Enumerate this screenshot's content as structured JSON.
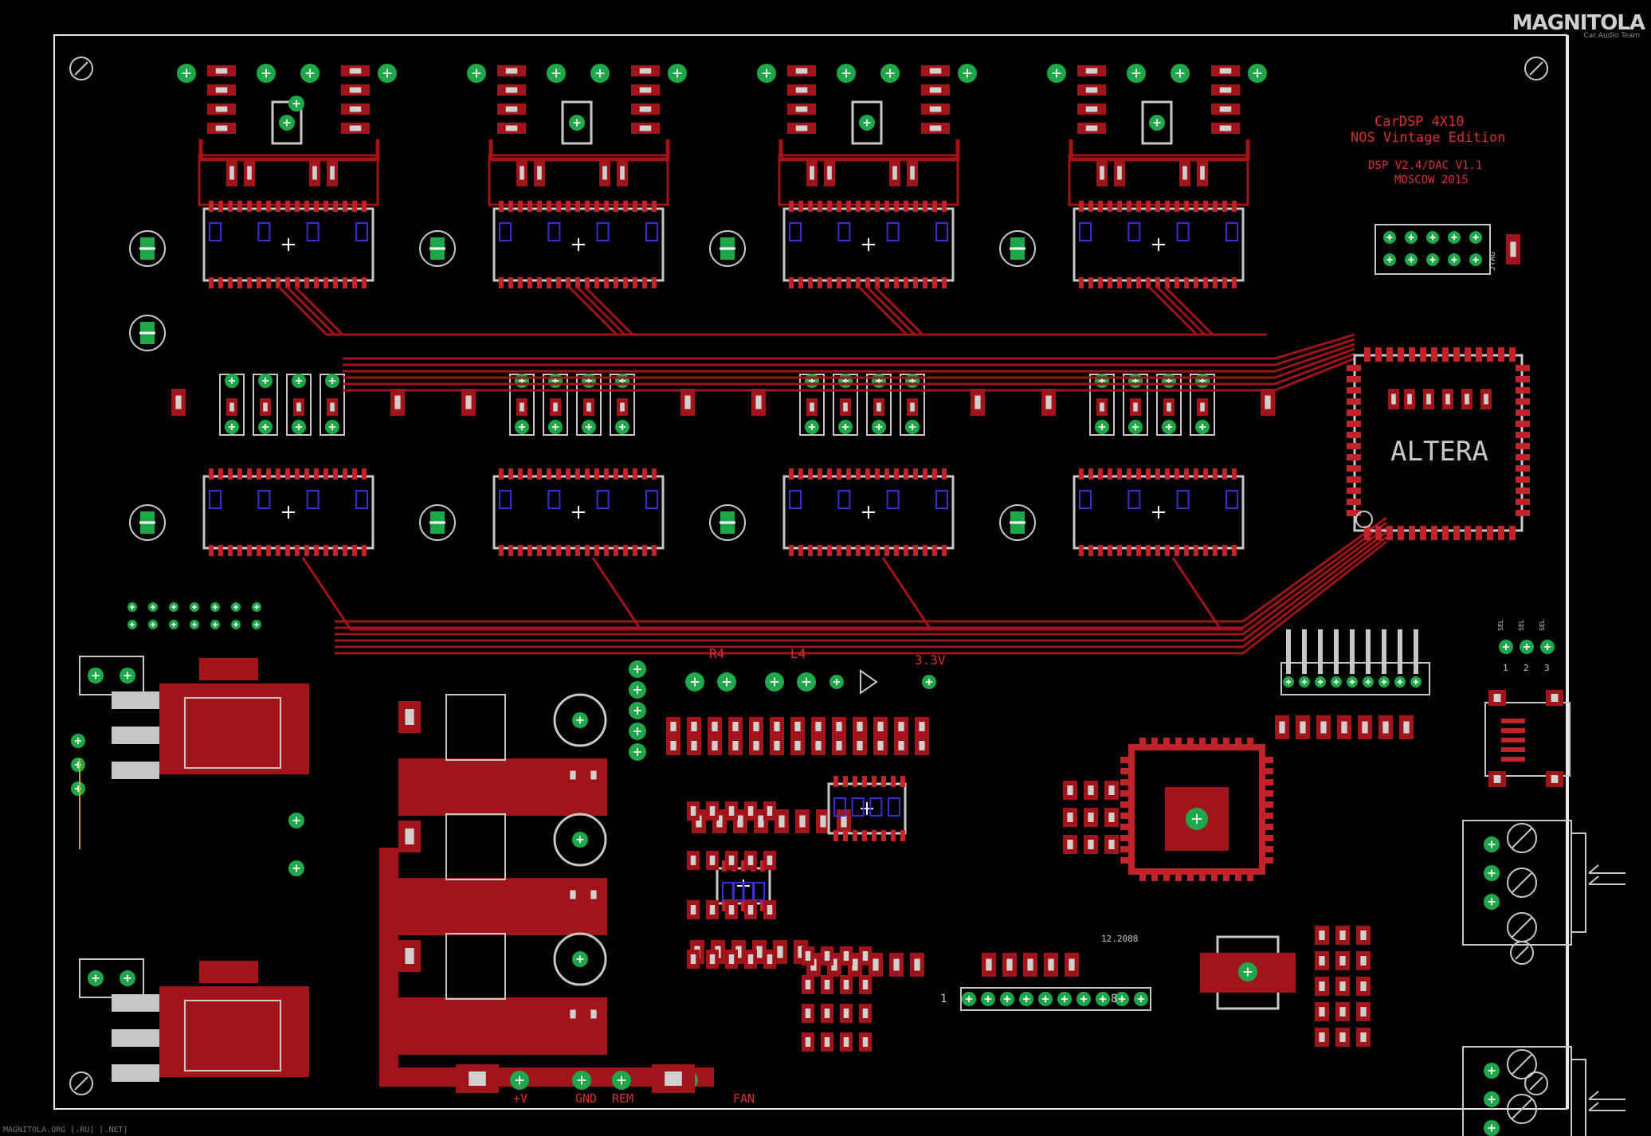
{
  "logo": {
    "text": "MAGNITOLA",
    "sub": "Car Audio Team"
  },
  "footer": "MAGNITOLA.ORG [.RU] [.NET]",
  "board_title": {
    "line1": "CarDSP 4X10",
    "line2": "NOS Vintage Edition",
    "line3": "DSP V2.4/DAC V1.1",
    "line4": "MOSCOW 2015"
  },
  "fpga_logo": "ALTERA",
  "labels": {
    "r4": "R4",
    "l4": "L4",
    "v33": "3.3V",
    "v12": "12.2088",
    "plus_v": "+V",
    "gnd": "GND",
    "rem": "REM",
    "fan": "FAN",
    "jtag": "JTAG",
    "hdr123": [
      "1",
      "2",
      "3"
    ],
    "hdr_top": [
      "SEL",
      "SEL",
      "SEL"
    ],
    "pin1": "1",
    "pin8": "8"
  },
  "colors": {
    "background": "#000000",
    "copper": "#a0141a",
    "copper_bright": "#c0242a",
    "pad": "#1fa84a",
    "silkscreen": "#c8c8c8",
    "outline": "#3a2fd0",
    "label_red": "#d8322f"
  }
}
